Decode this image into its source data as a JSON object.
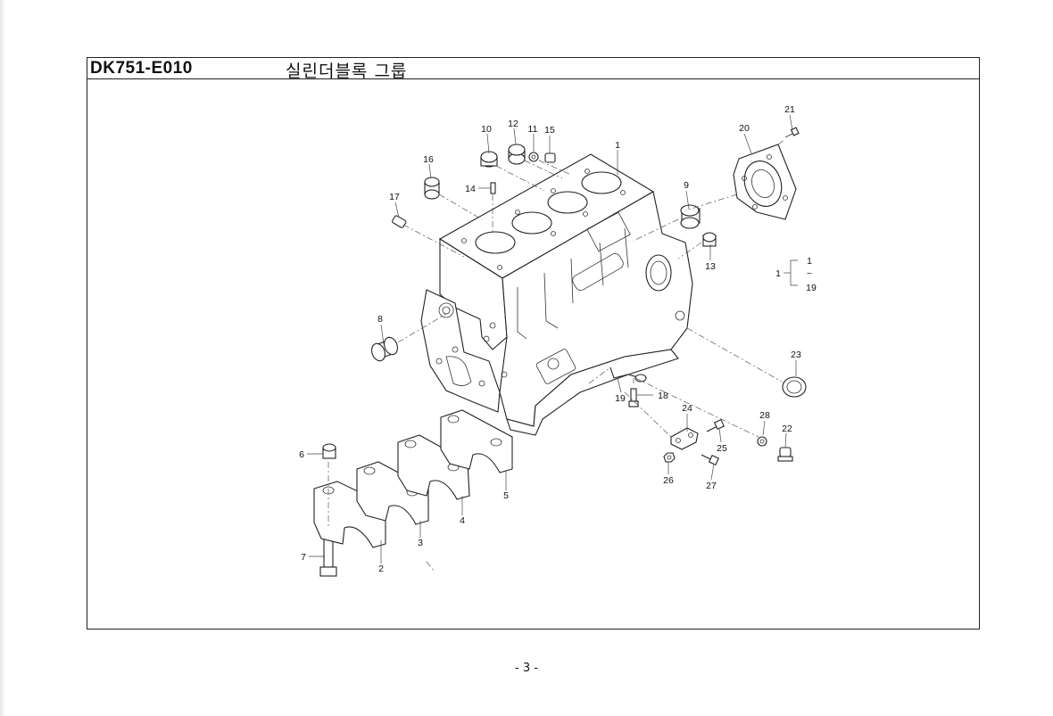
{
  "header": {
    "code": "DK751-E010",
    "title": "실린더블록 그룹"
  },
  "page": {
    "number": "- 3 -"
  },
  "callouts": {
    "c1": "1",
    "c2": "2",
    "c3": "3",
    "c4": "4",
    "c5": "5",
    "c6": "6",
    "c7": "7",
    "c8": "8",
    "c9": "9",
    "c10": "10",
    "c11": "11",
    "c12": "12",
    "c13": "13",
    "c14": "14",
    "c15": "15",
    "c16": "16",
    "c17": "17",
    "c18": "18",
    "c19": "19",
    "c20": "20",
    "c21": "21",
    "c22": "22",
    "c23": "23",
    "c24": "24",
    "c25": "25",
    "c26": "26",
    "c27": "27",
    "c28": "28"
  },
  "assembly_note": {
    "parent": "1",
    "from": "1",
    "sep": "~",
    "to": "19"
  }
}
